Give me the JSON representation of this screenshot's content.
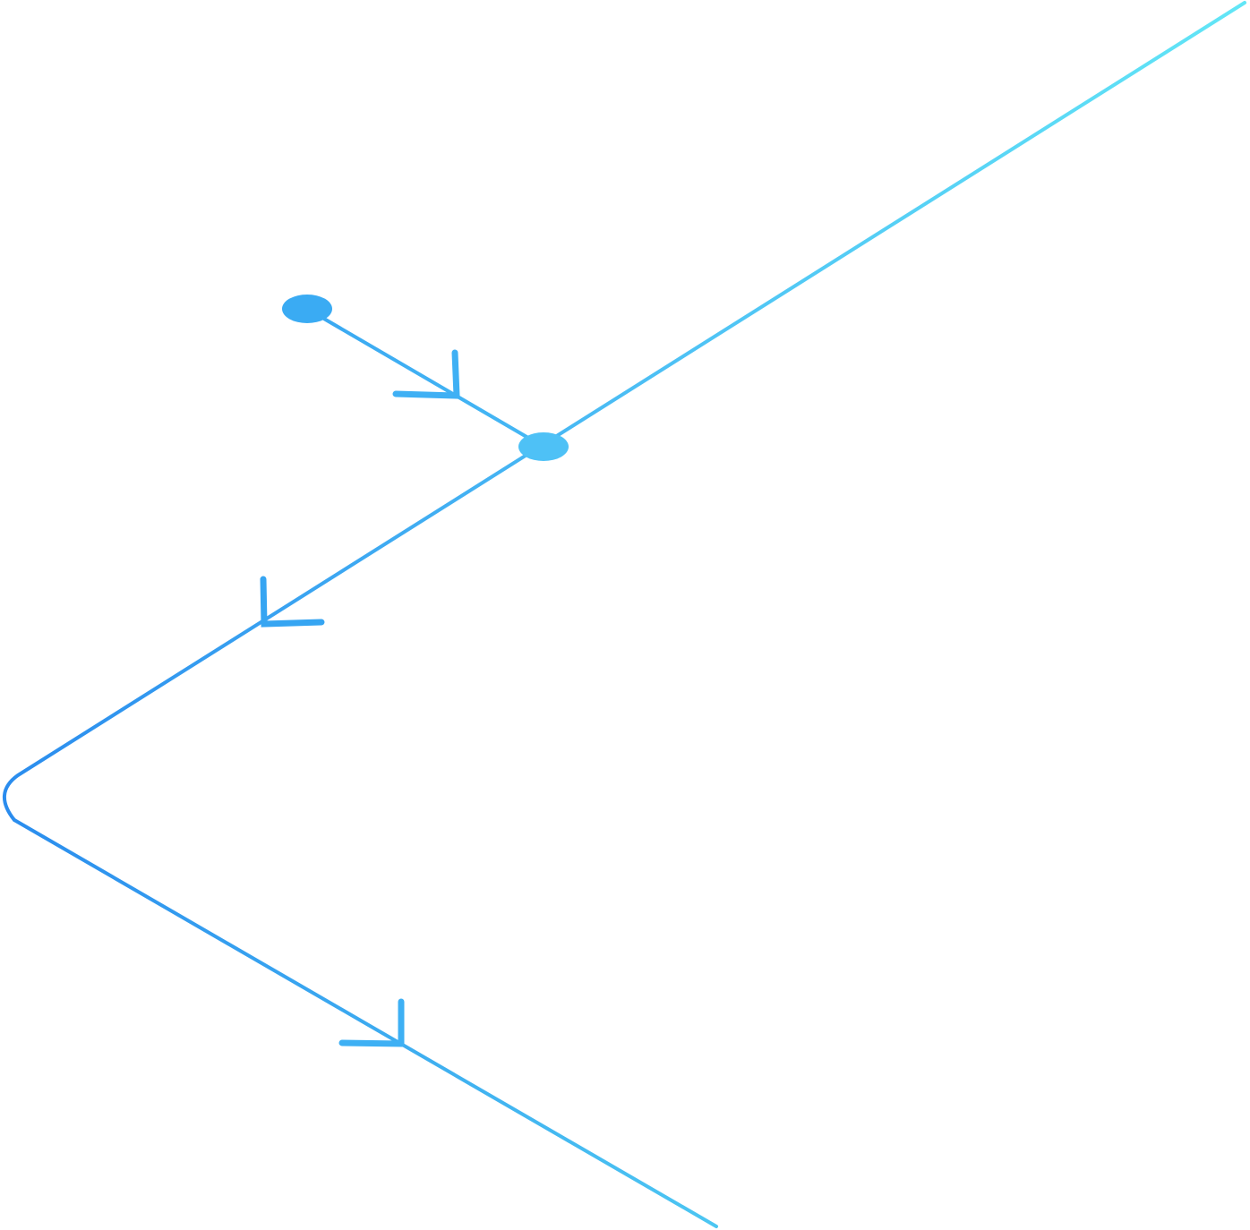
{
  "diagram": {
    "type": "flow-lines",
    "colors": {
      "cyan": "#62E6F6",
      "sky": "#4EC2F5",
      "blue": "#3AA8F2",
      "deep_blue": "#2A8CEE",
      "node_start": "#3AABF3",
      "node_join": "#4EC1F6",
      "arrow": "#3FB2F4"
    },
    "nodes": [
      {
        "id": "start-node"
      },
      {
        "id": "join-node"
      }
    ],
    "arrows": [
      {
        "id": "arrow-branch"
      },
      {
        "id": "arrow-main-upper"
      },
      {
        "id": "arrow-main-lower"
      }
    ]
  }
}
